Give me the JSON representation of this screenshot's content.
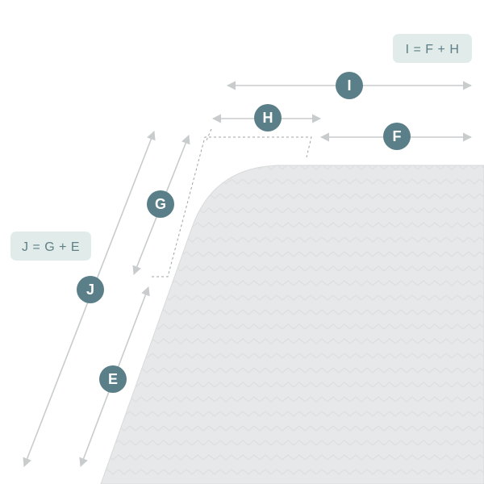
{
  "formulas": {
    "top_right": "I = F + H",
    "left": "J = G + E"
  },
  "labels": {
    "I": "I",
    "H": "H",
    "F": "F",
    "G": "G",
    "J": "J",
    "E": "E"
  },
  "colors": {
    "badge": "#5a7f88",
    "formula_bg": "#e1ebea",
    "arrow": "#c8cccd",
    "shape_fill": "#e7e8e9",
    "dashed": "#9fa3a5"
  }
}
